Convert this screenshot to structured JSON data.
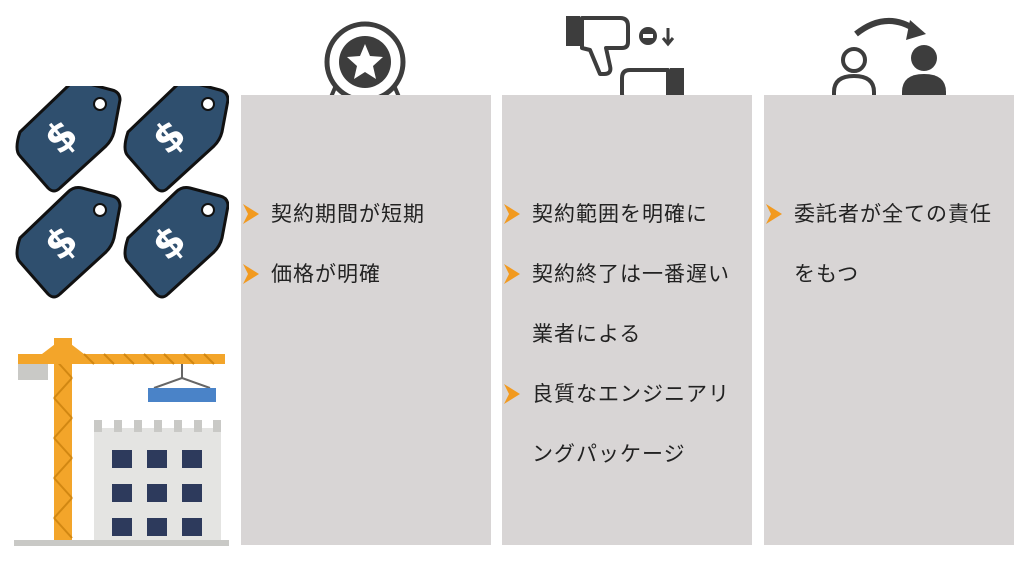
{
  "colors": {
    "panel": "#d8d5d5",
    "chevron": "#f29a1f",
    "text": "#222222",
    "icon_dark": "#3d3d3d",
    "tag_fill": "#2f4f6e",
    "crane": "#f3a52a",
    "building": "#e4e4e2",
    "window": "#2d3a5c",
    "container": "#4a83c8"
  },
  "icons": {
    "column1": "award-ribbon-icon",
    "column2": "thumbs-down-icon",
    "column3": "person-exchange-icon",
    "illustration_top": "price-tags-icon",
    "illustration_bottom": "construction-crane-icon",
    "bullet": "chevron-right-icon"
  },
  "columns": [
    {
      "bullets": [
        "契約期間が短期",
        "価格が明確"
      ]
    },
    {
      "bullets": [
        "契約範囲を明確に",
        "契約終了は一番遅い業者による",
        "良質なエンジニアリングパッケージ"
      ]
    },
    {
      "bullets": [
        "委託者が全ての責任をもつ"
      ]
    }
  ]
}
